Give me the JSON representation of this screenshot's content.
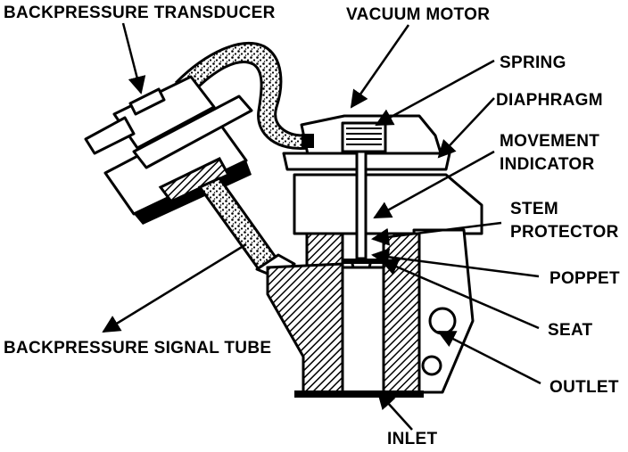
{
  "labels": {
    "backpressure_transducer": "BACKPRESSURE TRANSDUCER",
    "vacuum_motor": "VACUUM MOTOR",
    "spring": "SPRING",
    "diaphragm": "DIAPHRAGM",
    "movement_indicator_line1": "MOVEMENT",
    "movement_indicator_line2": "INDICATOR",
    "stem_protector_line1": "STEM",
    "stem_protector_line2": "PROTECTOR",
    "poppet": "POPPET",
    "seat": "SEAT",
    "outlet": "OUTLET",
    "backpressure_signal_tube": "BACKPRESSURE SIGNAL TUBE",
    "inlet": "INLET"
  },
  "colors": {
    "ink": "#000000",
    "paper": "#ffffff"
  }
}
